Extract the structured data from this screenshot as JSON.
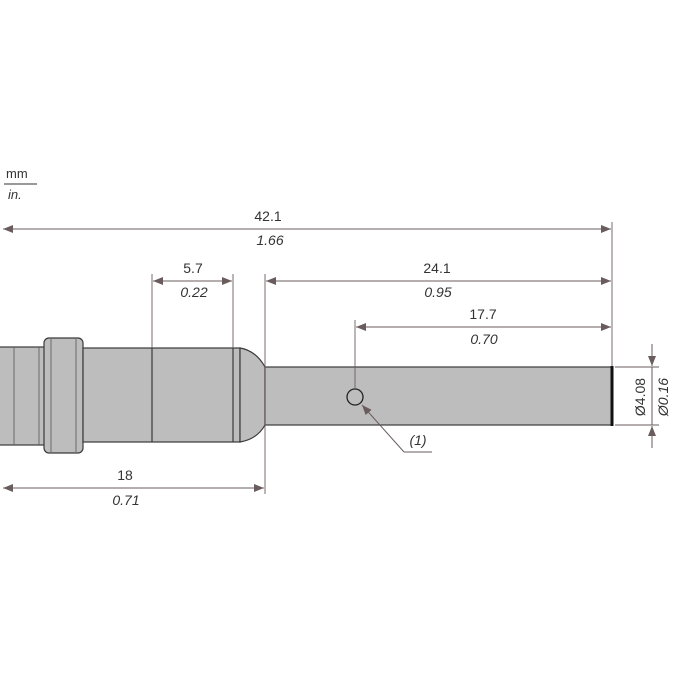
{
  "units": {
    "primary": "mm",
    "secondary": "in."
  },
  "dimensions": {
    "overall_length": {
      "mm": "42.1",
      "in": "1.66"
    },
    "groove_width": {
      "mm": "5.7",
      "in": "0.22"
    },
    "rod_length": {
      "mm": "24.1",
      "in": "0.95"
    },
    "marker_to_end": {
      "mm": "17.7",
      "in": "0.70"
    },
    "thread_length": {
      "mm": "18",
      "in": "0.71"
    },
    "rod_diameter": {
      "mm": "Ø4.08",
      "in": "Ø0.16"
    }
  },
  "callouts": [
    {
      "label": "(1)"
    }
  ],
  "colors": {
    "body_fill": "#bdbdbd",
    "outline": "#3a3a3a",
    "dimension_line": "#6a5c5c",
    "text": "#333333"
  }
}
